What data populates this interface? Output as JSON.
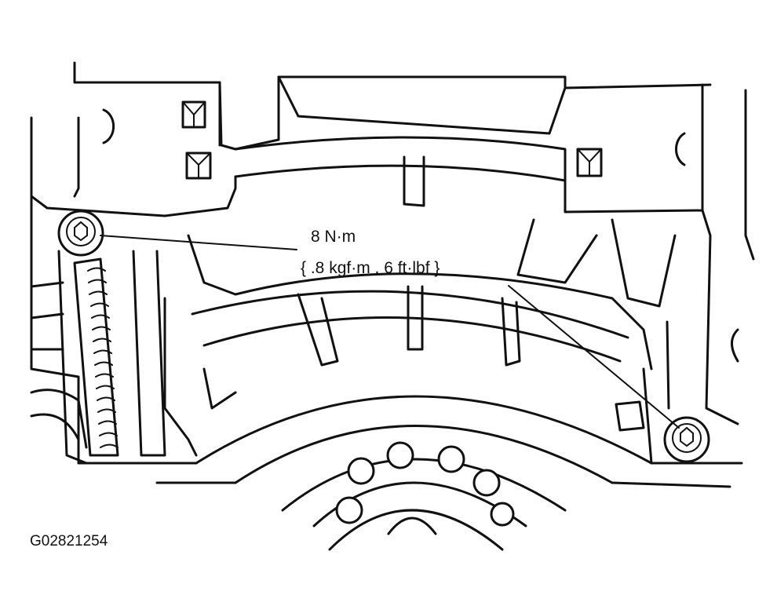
{
  "callout": {
    "torque_nm": "8 N·m",
    "torque_other": "{ .8 kgf·m , 6 ft·lbf }"
  },
  "figure_id": "G02821254"
}
